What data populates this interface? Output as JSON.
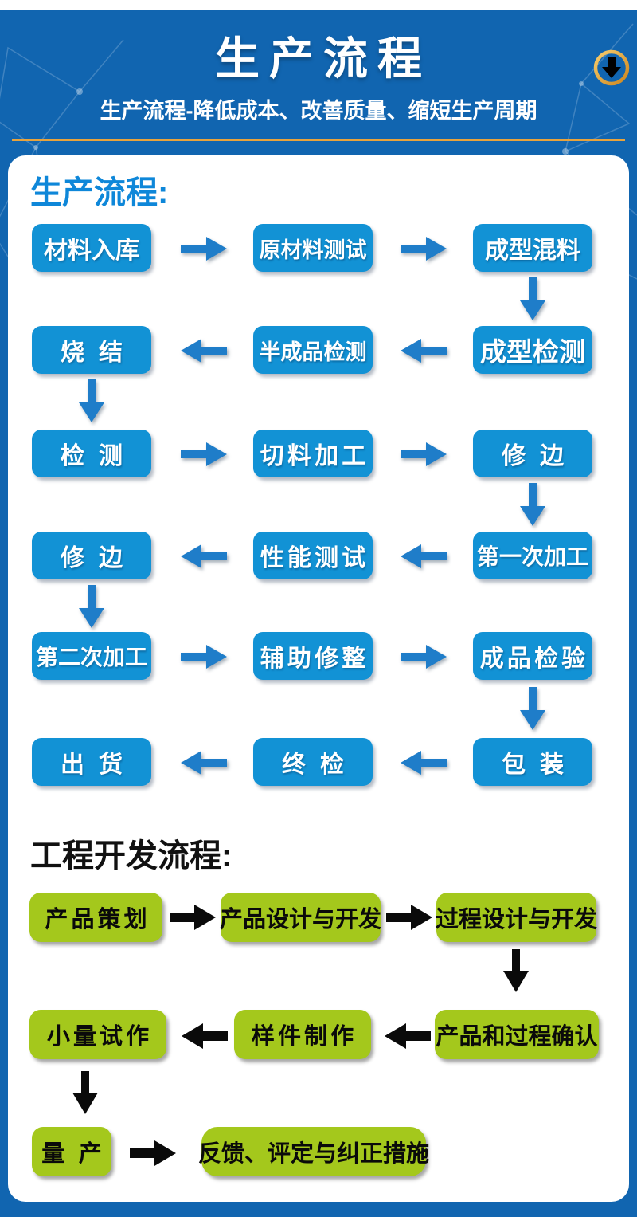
{
  "header": {
    "title": "生产流程",
    "subtitle": "生产流程-降低成本、改善质量、缩短生产周期",
    "background_blue": "#1165b0",
    "accent_gold": "#e8a33d",
    "download_icon": "circle-down-arrow-icon"
  },
  "production": {
    "heading": "生产流程:",
    "heading_color": "#0e87d9",
    "box_color": "#1292d5",
    "arrow_color": "#1f7dc9",
    "rows": [
      {
        "flow": "right",
        "cells": [
          "材料入库",
          "原材料测试",
          "成型混料"
        ]
      },
      {
        "flow": "left",
        "cells": [
          "烧结",
          "半成品检测",
          "成型检测"
        ]
      },
      {
        "flow": "right",
        "cells": [
          "检测",
          "切料加工",
          "修边"
        ]
      },
      {
        "flow": "left",
        "cells": [
          "修边",
          "性能测试",
          "第一次加工"
        ]
      },
      {
        "flow": "right",
        "cells": [
          "第二次加工",
          "辅助修整",
          "成品检验"
        ]
      },
      {
        "flow": "left",
        "cells": [
          "出货",
          "终检",
          "包装"
        ]
      }
    ]
  },
  "development": {
    "heading": "工程开发流程:",
    "heading_color": "#111111",
    "box_color": "#a4c81c",
    "arrow_color": "#0a0a0a",
    "rows": [
      {
        "flow": "right",
        "cells": [
          "产品策划",
          "产品设计与开发",
          "过程设计与开发"
        ]
      },
      {
        "flow": "left",
        "cells": [
          "小量试作",
          "样件制作",
          "产品和过程确认"
        ]
      },
      {
        "flow": "right",
        "cells": [
          "量产",
          "反馈、评定与纠正措施"
        ]
      }
    ]
  }
}
